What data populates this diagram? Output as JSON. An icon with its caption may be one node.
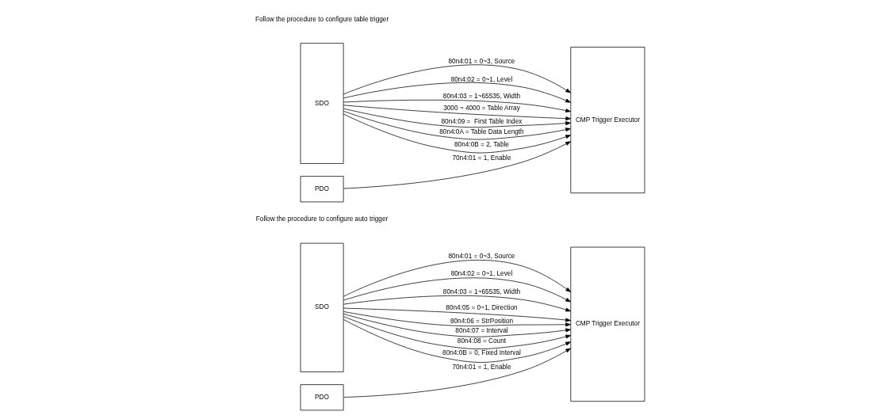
{
  "diagram": {
    "nodes": [
      {
        "text": [
          "SDO"
        ]
      },
      {
        "text": [
          "PDO"
        ]
      },
      {
        "text": [
          "CMP Trigger Executor"
        ]
      },
      {
        "text": [
          "SDO"
        ]
      },
      {
        "text": [
          "PDO"
        ]
      },
      {
        "text": [
          "CMP Trigger Executor"
        ]
      }
    ],
    "edges": [
      {
        "from": 0,
        "to": 2,
        "arrow": "to",
        "label": "80n4:01 = 0~3, Source"
      },
      {
        "from": 0,
        "to": 2,
        "arrow": "to",
        "label": "80n4:02 = 0~1, Level"
      },
      {
        "from": 0,
        "to": 2,
        "arrow": "to",
        "label": "80n4:03 = 1~65535, Width"
      },
      {
        "from": 0,
        "to": 2,
        "arrow": "to",
        "label": "80n4:05 = 0~1, Direction"
      },
      {
        "from": 0,
        "to": 2,
        "arrow": "to",
        "label": "80n4:06 = StrPosition"
      },
      {
        "from": 0,
        "to": 2,
        "arrow": "to",
        "label": "80n4:07 = Interval"
      },
      {
        "from": 0,
        "to": 2,
        "arrow": "to",
        "label": "80n4:08 = Count"
      },
      {
        "from": 0,
        "to": 2,
        "arrow": "to",
        "label": "80n4:0B = 0, Fixed Interval"
      },
      {
        "from": 1,
        "to": 2,
        "arrow": "to",
        "label": "70n4:01 = 1, Enable"
      },
      {
        "from": 3,
        "to": 5,
        "arrow": "to",
        "label": "80n4:01 = 0~3, Source"
      },
      {
        "from": 3,
        "to": 5,
        "arrow": "to",
        "label": "80n4:02 = 0~1, Level"
      },
      {
        "from": 3,
        "to": 5,
        "arrow": "to",
        "label": "80n4:03 = 1~65535, Width"
      },
      {
        "from": 3,
        "to": 5,
        "arrow": "to",
        "label": "3000 ~ 4000 = Table Array"
      },
      {
        "from": 3,
        "to": 5,
        "arrow": "to",
        "label": "80n4:09 =  First Table Index"
      },
      {
        "from": 3,
        "to": 5,
        "arrow": "to",
        "label": "80n4:0A = Table Data Length"
      },
      {
        "from": 3,
        "to": 5,
        "arrow": "to",
        "label": "80n4:0B = 2, Table"
      },
      {
        "from": 4,
        "to": 5,
        "arrow": "to",
        "label": "70n4:01 = 1, Enable"
      }
    ],
    "labels": [
      "Follow the procedure to configure auto trigger",
      "Follow the procedure to configure table trigger"
    ]
  }
}
